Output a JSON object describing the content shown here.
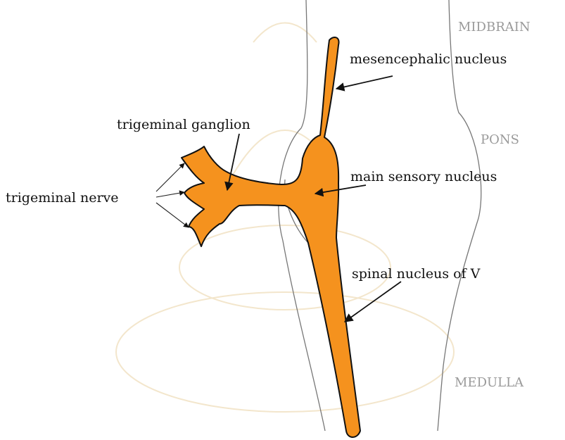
{
  "colors": {
    "nucleus_fill": "#F5921E",
    "outline": "#777777",
    "arrow": "#111111",
    "region_text": "#9a9a9a"
  },
  "labels": {
    "mesencephalic": "mesencephalic nucleus",
    "trigeminal_ganglion": "trigeminal ganglion",
    "trigeminal_nerve": "trigeminal nerve",
    "main_sensory": "main sensory nucleus",
    "spinal_nucleus": "spinal nucleus of V"
  },
  "regions": {
    "midbrain": "MIDBRAIN",
    "pons": "PONS",
    "medulla": "MEDULLA"
  }
}
